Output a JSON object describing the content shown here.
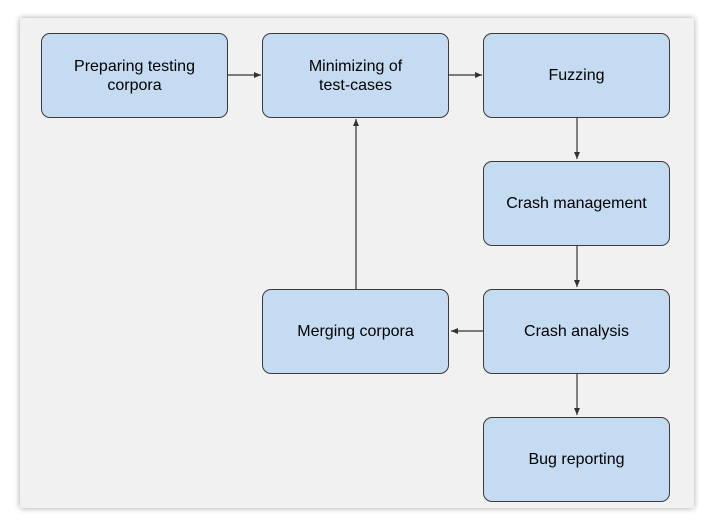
{
  "diagram": {
    "nodes": {
      "preparing": "Preparing testing corpora",
      "minimizing_line1": "Minimizing of",
      "minimizing_line2": "test-cases",
      "fuzzing": "Fuzzing",
      "crash_management": "Crash management",
      "crash_analysis": "Crash analysis",
      "merging": "Merging corpora",
      "bug_reporting": "Bug reporting"
    },
    "edges": [
      {
        "from": "preparing",
        "to": "minimizing"
      },
      {
        "from": "minimizing",
        "to": "fuzzing"
      },
      {
        "from": "fuzzing",
        "to": "crash_management"
      },
      {
        "from": "crash_management",
        "to": "crash_analysis"
      },
      {
        "from": "crash_analysis",
        "to": "merging"
      },
      {
        "from": "merging",
        "to": "minimizing"
      },
      {
        "from": "crash_analysis",
        "to": "bug_reporting"
      }
    ],
    "colors": {
      "node_fill": "#c5dbf2",
      "node_border": "#3a3a3a",
      "edge": "#333333",
      "background": "#f1f1f1"
    }
  }
}
